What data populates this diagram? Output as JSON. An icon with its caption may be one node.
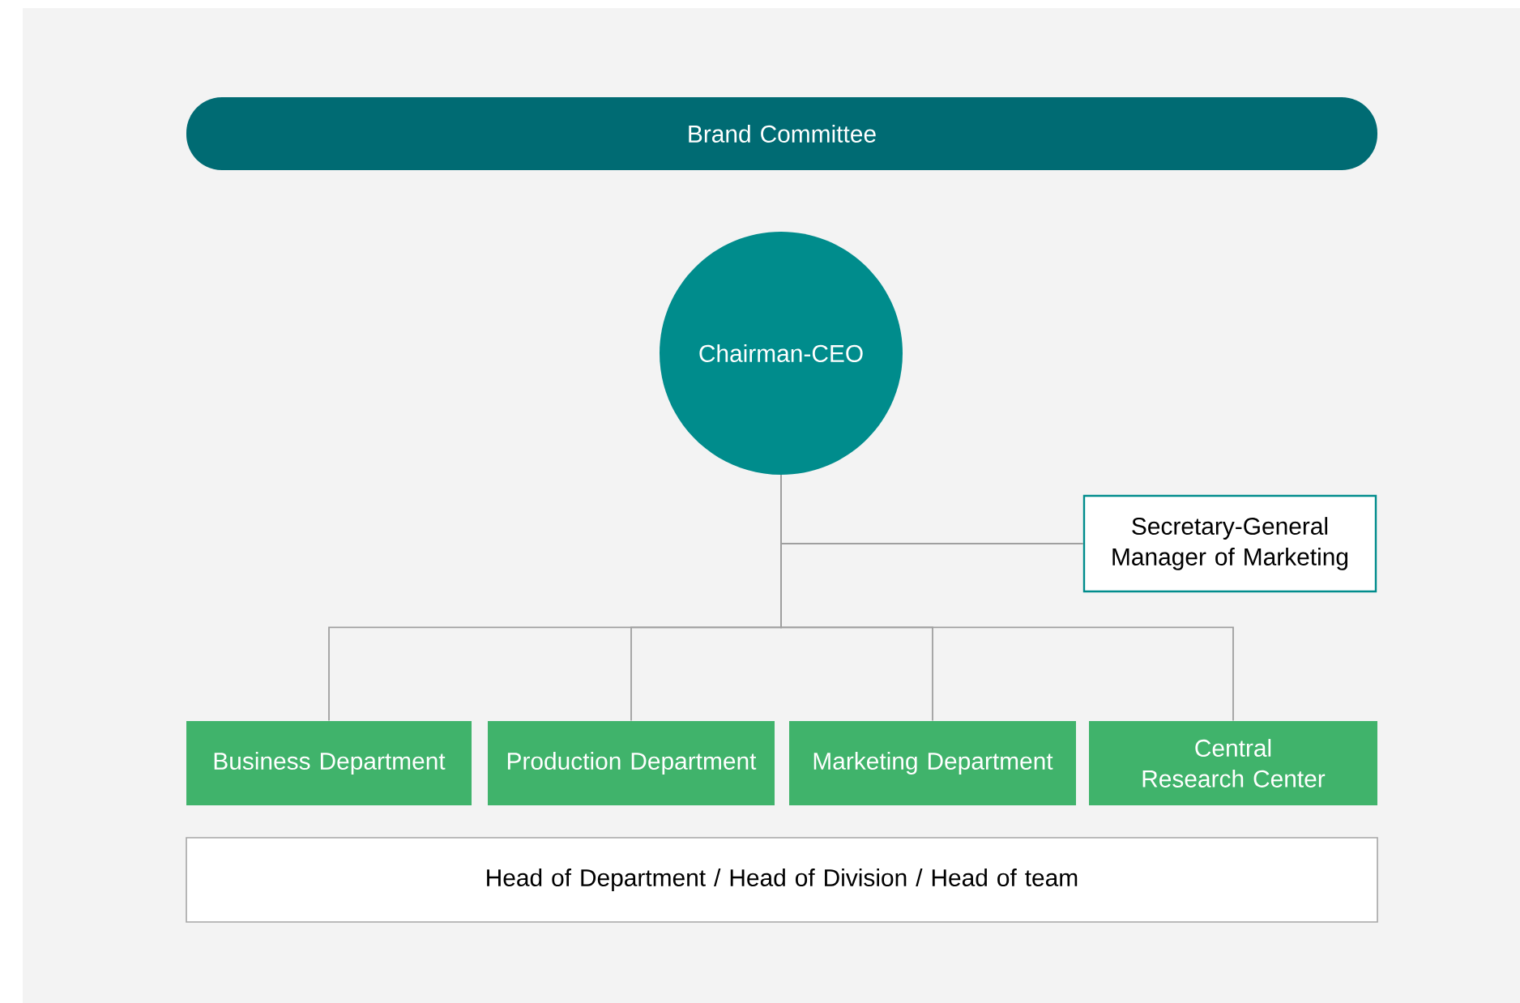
{
  "diagram": {
    "nodes": [
      {
        "text": [
          "Brand Committee"
        ]
      },
      {
        "text": [
          "Chairman-CEO"
        ]
      },
      {
        "text": [
          "Secretary-General Manager of Marketing"
        ]
      },
      {
        "text": [
          "Business Department"
        ]
      },
      {
        "text": [
          "Production Department"
        ]
      },
      {
        "text": [
          "Marketing Department"
        ]
      },
      {
        "text": [
          "Central Research Center"
        ]
      },
      {
        "text": [
          "Head of Department / Head of Division / Head of team"
        ]
      }
    ],
    "edges": [
      {
        "from": 1,
        "to": 2,
        "arrow": "none"
      },
      {
        "from": 1,
        "to": 3,
        "arrow": "none"
      },
      {
        "from": 1,
        "to": 4,
        "arrow": "none"
      },
      {
        "from": 1,
        "to": 5,
        "arrow": "none"
      },
      {
        "from": 1,
        "to": 6,
        "arrow": "none"
      }
    ]
  }
}
